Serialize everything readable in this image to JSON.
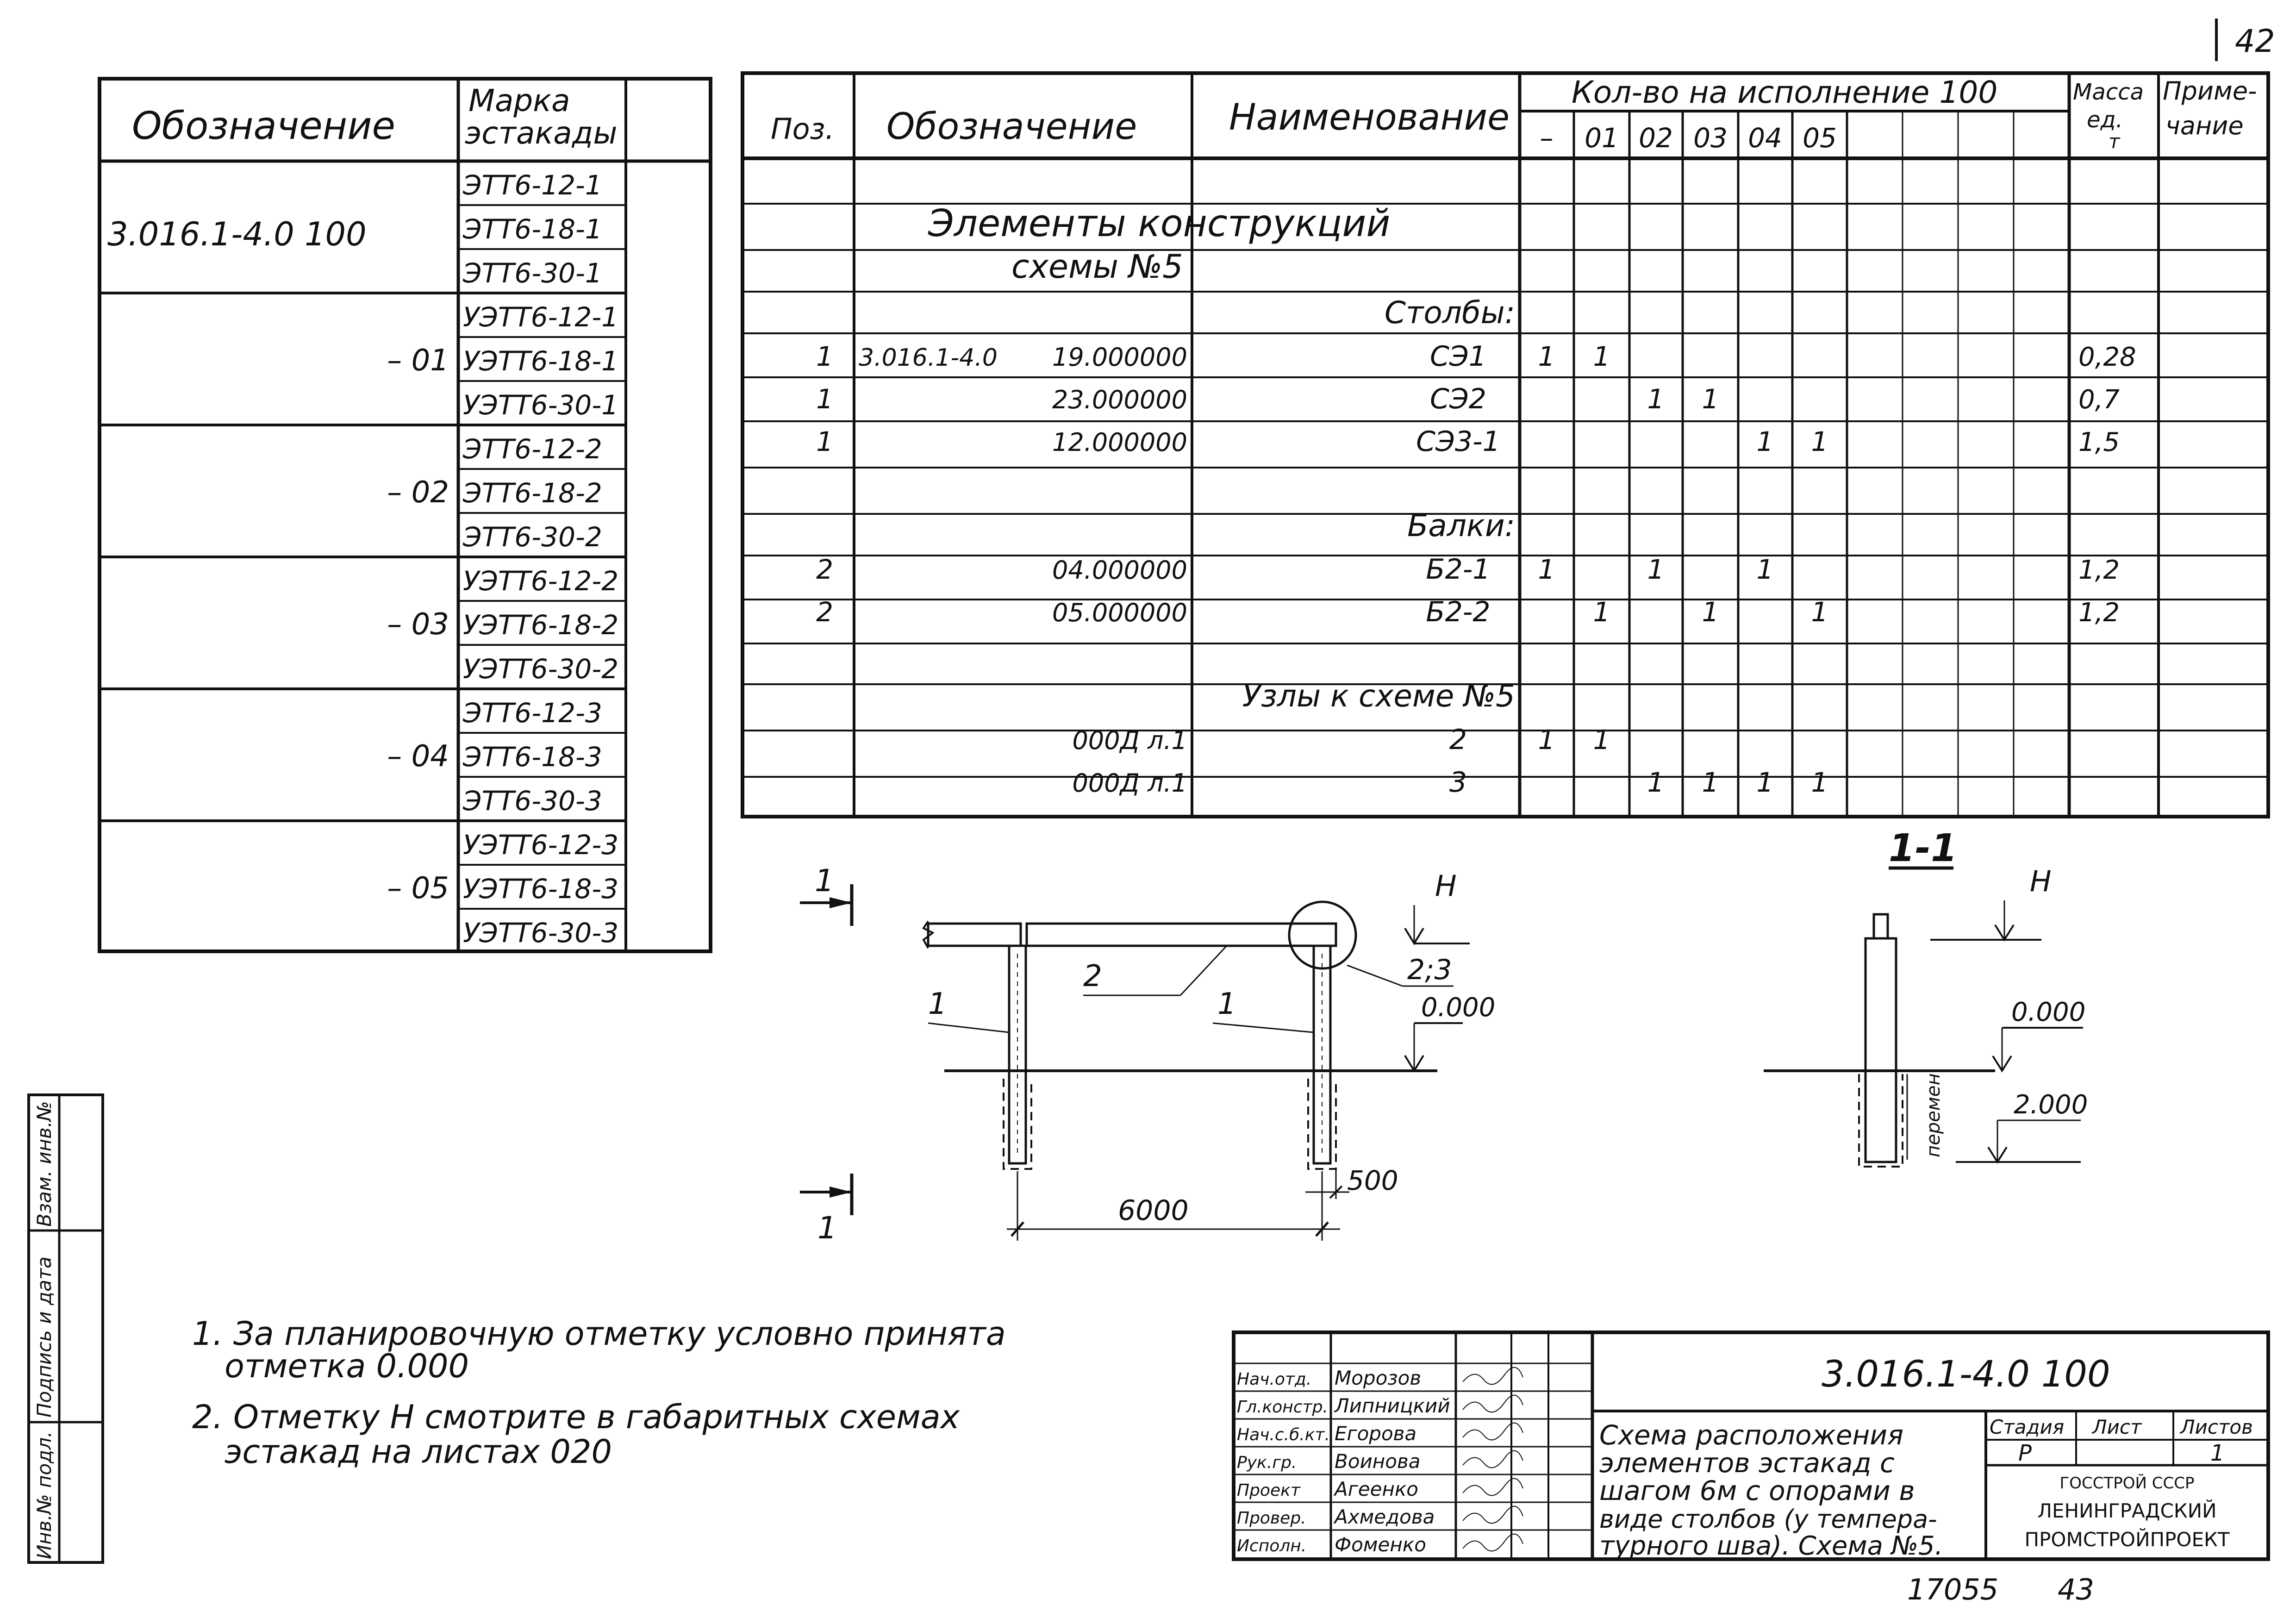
{
  "sheet_number": "42",
  "left_table": {
    "headers": [
      "Обозначение",
      "Марка",
      "эстакады"
    ],
    "designation": "3.016.1-4.0   100",
    "groups": [
      {
        "suffix": "",
        "marks": [
          "ЭТТ6-12-1",
          "ЭТТ6-18-1",
          "ЭТТ6-30-1"
        ]
      },
      {
        "suffix": "– 01",
        "marks": [
          "УЭТТ6-12-1",
          "УЭТТ6-18-1",
          "УЭТТ6-30-1"
        ]
      },
      {
        "suffix": "– 02",
        "marks": [
          "ЭТТ6-12-2",
          "ЭТТ6-18-2",
          "ЭТТ6-30-2"
        ]
      },
      {
        "suffix": "– 03",
        "marks": [
          "УЭТТ6-12-2",
          "УЭТТ6-18-2",
          "УЭТТ6-30-2"
        ]
      },
      {
        "suffix": "– 04",
        "marks": [
          "ЭТТ6-12-3",
          "ЭТТ6-18-3",
          "ЭТТ6-30-3"
        ]
      },
      {
        "suffix": "– 05",
        "marks": [
          "УЭТТ6-12-3",
          "УЭТТ6-18-3",
          "УЭТТ6-30-3"
        ]
      }
    ]
  },
  "spec_table": {
    "headers": {
      "pos": "Поз.",
      "designation": "Обозначение",
      "name": "Наименование",
      "qty": "Кол-во на исполнение   100",
      "variants": [
        "–",
        "01",
        "02",
        "03",
        "04",
        "05"
      ],
      "mass": [
        "Масса",
        "ед.",
        "т"
      ],
      "note": [
        "Приме-",
        "чание"
      ]
    },
    "section_title": "Элементы   конструкций",
    "section_subtitle": "схемы №5",
    "rows": [
      {
        "pos": "",
        "des": "",
        "code": "",
        "name": "Столбы:",
        "q": [
          "",
          "",
          "",
          "",
          "",
          ""
        ],
        "mass": ""
      },
      {
        "pos": "1",
        "des": "3.016.1-4.0",
        "code": "19.000000",
        "name": "СЭ1",
        "q": [
          "1",
          "1",
          "",
          "",
          "",
          ""
        ],
        "mass": "0,28"
      },
      {
        "pos": "1",
        "des": "",
        "code": "23.000000",
        "name": "СЭ2",
        "q": [
          "",
          "",
          "1",
          "1",
          "",
          ""
        ],
        "mass": "0,7"
      },
      {
        "pos": "1",
        "des": "",
        "code": "12.000000",
        "name": "СЭ3-1",
        "q": [
          "",
          "",
          "",
          "",
          "1",
          "1"
        ],
        "mass": "1,5"
      },
      {
        "pos": "",
        "des": "",
        "code": "",
        "name": "",
        "q": [
          "",
          "",
          "",
          "",
          "",
          ""
        ],
        "mass": ""
      },
      {
        "pos": "",
        "des": "",
        "code": "",
        "name": "Балки:",
        "q": [
          "",
          "",
          "",
          "",
          "",
          ""
        ],
        "mass": ""
      },
      {
        "pos": "2",
        "des": "",
        "code": "04.000000",
        "name": "Б2-1",
        "q": [
          "1",
          "",
          "1",
          "",
          "1",
          ""
        ],
        "mass": "1,2"
      },
      {
        "pos": "2",
        "des": "",
        "code": "05.000000",
        "name": "Б2-2",
        "q": [
          "",
          "1",
          "",
          "1",
          "",
          "1"
        ],
        "mass": "1,2"
      },
      {
        "pos": "",
        "des": "",
        "code": "",
        "name": "",
        "q": [
          "",
          "",
          "",
          "",
          "",
          ""
        ],
        "mass": ""
      },
      {
        "pos": "",
        "des": "",
        "code": "",
        "name": "Узлы к схеме №5",
        "q": [
          "",
          "",
          "",
          "",
          "",
          ""
        ],
        "mass": ""
      },
      {
        "pos": "",
        "des": "",
        "code": "000Д л.1",
        "name": "2",
        "q": [
          "1",
          "1",
          "",
          "",
          "",
          ""
        ],
        "mass": ""
      },
      {
        "pos": "",
        "des": "",
        "code": "000Д л.1",
        "name": "3",
        "q": [
          "",
          "",
          "1",
          "1",
          "1",
          "1"
        ],
        "mass": ""
      }
    ]
  },
  "drawing": {
    "section_marker": "1",
    "section_label": "1-1",
    "level_h": "H",
    "level_zero": "0.000",
    "level_depth": "2.000",
    "node_label": "2;3",
    "pos_post": "1",
    "pos_beam": "2",
    "span": "6000",
    "offset": "500",
    "vertical_note": "перемен."
  },
  "notes": [
    "1. За  планировочную  отметку  условно  принята",
    "отметка   0.000",
    "2. Отметку  Н  смотрите  в  габаритных  схемах",
    "эстакад  на  листах  020"
  ],
  "side_stamp": [
    "Инв.№ подл.",
    "Подпись и дата",
    "Взам. инв.№"
  ],
  "title_block": {
    "code": "3.016.1-4.0     100",
    "title_lines": [
      "Схема  расположения",
      "элементов  эстакад с",
      "шагом 6м с опорами в",
      "виде столбов (у темпера-",
      "турного шва). Схема №5."
    ],
    "stage_label": "Стадия",
    "sheet_label": "Лист",
    "sheets_label": "Листов",
    "stage": "Р",
    "sheets": "1",
    "org_lines": [
      "ГОССТРОЙ СССР",
      "ЛЕНИНГРАДСКИЙ",
      "ПРОМСТРОЙПРОЕКТ"
    ],
    "staff": [
      {
        "role": "Нач.отд.",
        "name": "Морозов"
      },
      {
        "role": "Гл.констр.",
        "name": "Липницкий"
      },
      {
        "role": "Нач.с.б.кт.",
        "name": "Егорова"
      },
      {
        "role": "Рук.гр.",
        "name": "Воинова"
      },
      {
        "role": "Проект",
        "name": "Агеенко"
      },
      {
        "role": "Провер.",
        "name": "Ахмедова"
      },
      {
        "role": "Исполн.",
        "name": "Фоменко"
      }
    ]
  },
  "footer": {
    "inventory": "17055",
    "page": "43"
  }
}
